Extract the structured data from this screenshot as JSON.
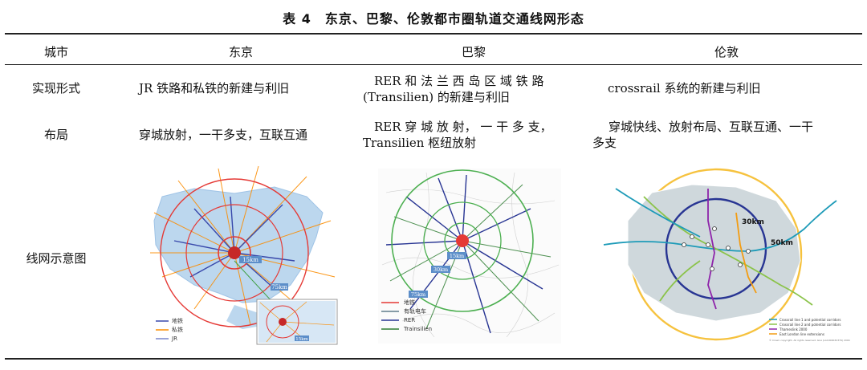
{
  "table": {
    "caption": "表 4　东京、巴黎、伦敦都市圈轨道交通线网形态",
    "headers": [
      "城市",
      "东京",
      "巴黎",
      "伦敦"
    ],
    "rows": [
      {
        "label": "实现形式",
        "tokyo": "JR 铁路和私铁的新建与利旧",
        "paris_line1": "RER 和 法 兰 西 岛 区 域 铁 路",
        "paris_line2": "(Transilien) 的新建与利旧",
        "london": "crossrail 系统的新建与利旧"
      },
      {
        "label": "布局",
        "tokyo": "穿城放射，一干多支，互联互通",
        "paris_line1": "RER 穿 城 放 射， 一 干 多 支，",
        "paris_line2": "Transilien 枢纽放射",
        "london_line1": "穿城快线、放射布局、互联互通、一干",
        "london_line2": "多支"
      },
      {
        "label": "线网示意图"
      }
    ]
  },
  "maps": {
    "tokyo": {
      "ring_labels": [
        "15km",
        "75km",
        "15km"
      ],
      "legend": [
        "地铁",
        "私铁",
        "JR"
      ],
      "colors": {
        "ring": "#e53935",
        "subway": "#3949ab",
        "private": "#fb8c00",
        "jr": "#7986cb",
        "land": "#bcd7ee",
        "guide": "#43a047"
      }
    },
    "paris": {
      "ring_labels": [
        "15km",
        "30km",
        "75km"
      ],
      "legend": [
        "地铁",
        "有轨电车",
        "RER",
        "Trainsilien"
      ],
      "colors": {
        "ring": "#4caf50",
        "rer": "#283593",
        "transilien": "#2e7d32",
        "hub": "#e53935",
        "tram": "#607d8b"
      }
    },
    "london": {
      "ring_labels": [
        "30km",
        "50km"
      ],
      "legend": [
        "Crossrail line 1 and potential corridors",
        "Crossrail line 2 and potential corridors",
        "Thameslink 2000",
        "East London line extensions"
      ],
      "note": "© Crown copyright. All rights reserved. GLA (LA1000032379) 2004",
      "colors": {
        "outer_ring": "#f6c23e",
        "inner_ring": "#283593",
        "line1": "#1e9bb8",
        "line2": "#8bc34a",
        "thameslink": "#8e24aa",
        "east_london": "#f39c12",
        "land": "#cfd8dc"
      }
    }
  }
}
